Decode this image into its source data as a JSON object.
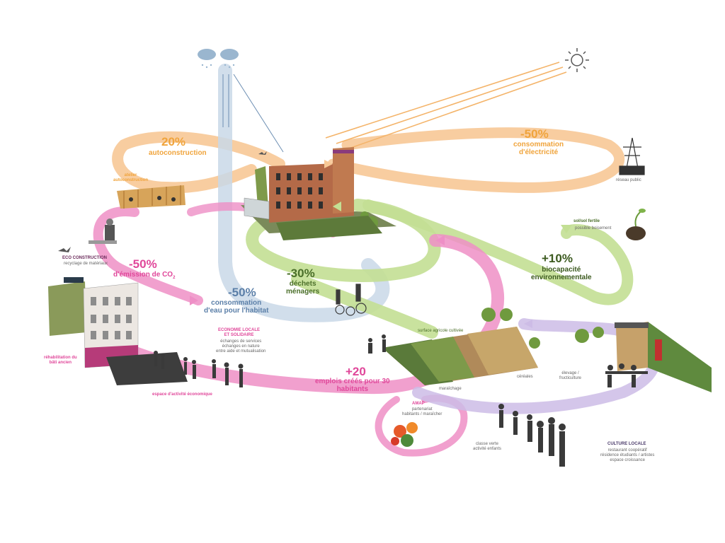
{
  "colors": {
    "orange": "#f7c896",
    "pink": "#ee8fc6",
    "blue": "#c9d8e8",
    "green": "#c3df94",
    "purple": "#cdbce6",
    "sun_ray": "#f4b46a"
  },
  "icons": [
    "cloud-rain-icon",
    "sun-icon",
    "bird-icon",
    "power-pylon-icon",
    "seedling-icon",
    "vegetables-icon"
  ],
  "labels": {
    "autoconstruction_pct": "20%",
    "autoconstruction_txt": "autoconstruction",
    "atelier": "atelier\nautoconstruction",
    "electricite_pct": "-50%",
    "electricite_txt": "consommation\nd'électricité",
    "reseau": "réseau public",
    "sol_pct": "sol/sol fertile",
    "sol_txt": "possible boisement",
    "eco_title": "ECO CONSTRUCTION",
    "eco_txt": "recyclage de matériaux",
    "co2_pct": "-50%",
    "co2_txt": "d'émission de CO",
    "co2_sub": "2",
    "dechets_pct": "-30%",
    "dechets_txt": "déchets\nménagers",
    "biocap_pct": "+10%",
    "biocap_txt": "biocapacité\nenvironnementale",
    "eau_pct": "-50%",
    "eau_txt": "consommation\nd'eau pour l'habitat",
    "eco_locale_title": "ECONOMIE LOCALE\nET SOLIDAIRE",
    "eco_locale_txt": "échanges de services\néchanges en nature\nentre aide et mutualisation",
    "rehab": "réhabilitation du\nbâti ancien",
    "activite": "espace d'activité économique",
    "emploi_pct": "+20",
    "emploi_txt": "emplois créés pour 30\nhabitants",
    "surface": "surface agricole cultivée",
    "cereales": "céréales",
    "elevage": "élevage /\nfructiculture",
    "maraichage": "maraîchage",
    "amap_title": "AMAP",
    "amap_txt": "partenariat\nhabitants / maraîcher",
    "classe": "classe verte\nactivité enfants",
    "culture_title": "CULTURE LOCALE",
    "culture_txt": "restaurant coopératif\nrésidence étudiants / artistes\nespace croissance"
  }
}
